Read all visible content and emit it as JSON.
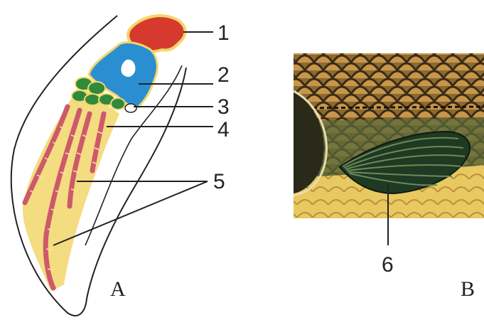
{
  "labels": {
    "n1": "1",
    "n2": "2",
    "n3": "3",
    "n4": "4",
    "n5": "5",
    "n6": "6",
    "panel_a": "A",
    "panel_b": "B"
  },
  "colors": {
    "bone_red": "#d63a2f",
    "bone_blue": "#2a8fd0",
    "bone_green": "#2f8a3c",
    "ray_pink": "#cc5a6a",
    "fin_yellow": "#f2d66a",
    "fish_scale_dark": "#3a2a18",
    "fish_scale_light": "#c89a4a",
    "fish_belly": "#e8c860",
    "fin_dark_green": "#1f3a22"
  }
}
